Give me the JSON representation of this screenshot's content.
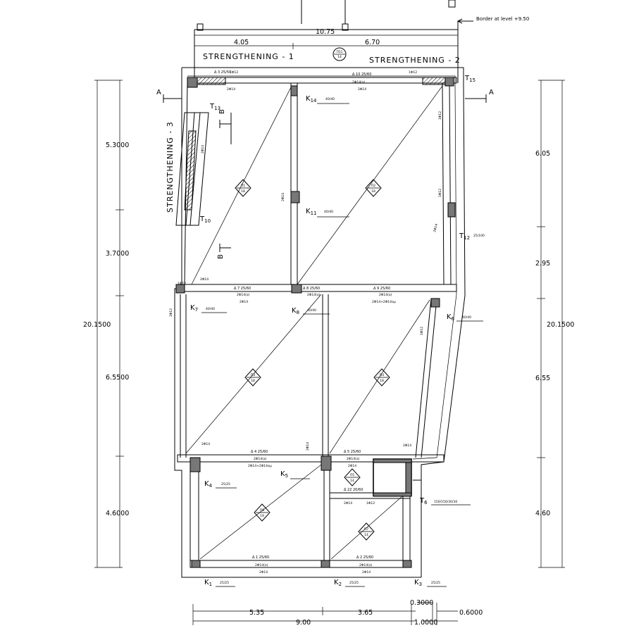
{
  "border_note": "Border at level +9.50",
  "headings": {
    "strengthening_1": "STRENGTHENING - 1",
    "strengthening_2": "STRENGTHENING - 2",
    "strengthening_3": "STRENGTHENING - 3"
  },
  "top_dims": {
    "total": "10.75",
    "left": "4.05",
    "right": "6.70"
  },
  "bottom_dims": {
    "a": "5.35",
    "b": "3.65",
    "total": "9.00",
    "c": "0.3000",
    "d": "0.6000",
    "e": "1.0000"
  },
  "left_dims": [
    "5.3000",
    "3.7000",
    "6.5500",
    "4.6000",
    "20.1500"
  ],
  "right_dims": [
    "6.05",
    "2.95",
    "6.55",
    "4.60",
    "20.1500"
  ],
  "section_markers": {
    "a": "A",
    "b": "B"
  },
  "columns": {
    "K1": {
      "base": "K",
      "sub": "1",
      "spec": "25/25"
    },
    "K2": {
      "base": "K",
      "sub": "2",
      "spec": "25/25"
    },
    "K3": {
      "base": "K",
      "sub": "3",
      "spec": "25/25"
    },
    "K4": {
      "base": "K",
      "sub": "4",
      "spec": "25/25"
    },
    "K5": {
      "base": "K",
      "sub": "5",
      "spec": ""
    },
    "K6": {
      "base": "K",
      "sub": "6",
      "spec": "40/40"
    },
    "K7": {
      "base": "K",
      "sub": "7",
      "spec": "40/40"
    },
    "K8": {
      "base": "K",
      "sub": "8",
      "spec": "40/40"
    },
    "K11": {
      "base": "K",
      "sub": "11",
      "spec": "40/40"
    },
    "K14": {
      "base": "K",
      "sub": "14",
      "spec": "40/40"
    }
  },
  "walls": {
    "T6": {
      "base": "T",
      "sub": "6",
      "spec": "150/150/30/30"
    },
    "T10": {
      "base": "T",
      "sub": "10"
    },
    "T12": {
      "base": "T",
      "sub": "12",
      "spec": "25/100"
    },
    "T13": {
      "base": "T",
      "sub": "13"
    },
    "T15": {
      "base": "T",
      "sub": "15"
    }
  },
  "slabs": {
    "P11": {
      "id": "Π11",
      "t": "14"
    },
    "P1": {
      "id": "Π1",
      "t": "18"
    },
    "P2": {
      "id": "Π2",
      "t": "18"
    },
    "P3": {
      "id": "Π3",
      "t": "18"
    },
    "P4": {
      "id": "Π4",
      "t": "18"
    },
    "P5": {
      "id": "Π5",
      "t": "14"
    },
    "P6": {
      "id": "Π6",
      "t": "19"
    },
    "P7": {
      "id": "Π7",
      "t": "14"
    }
  },
  "beams": {
    "b10": "Δ 10 25/60",
    "b3": "Δ 3 25/50",
    "b7": "Δ 7 25/60",
    "b8": "Δ 8 25/60",
    "b9": "Δ 9 25/60",
    "b4": "Δ 4 25/60",
    "b5": "Δ 5 25/60",
    "b1": "Δ 1 25/60",
    "b2": "Δ 2 25/60",
    "b22": "Δ 22 20/60"
  },
  "rebar": {
    "top": "2Φ14",
    "top_a": "2Φ14(a)",
    "fi12": "1Φ12",
    "mix": "2Φ14+2Φ14αμ"
  }
}
